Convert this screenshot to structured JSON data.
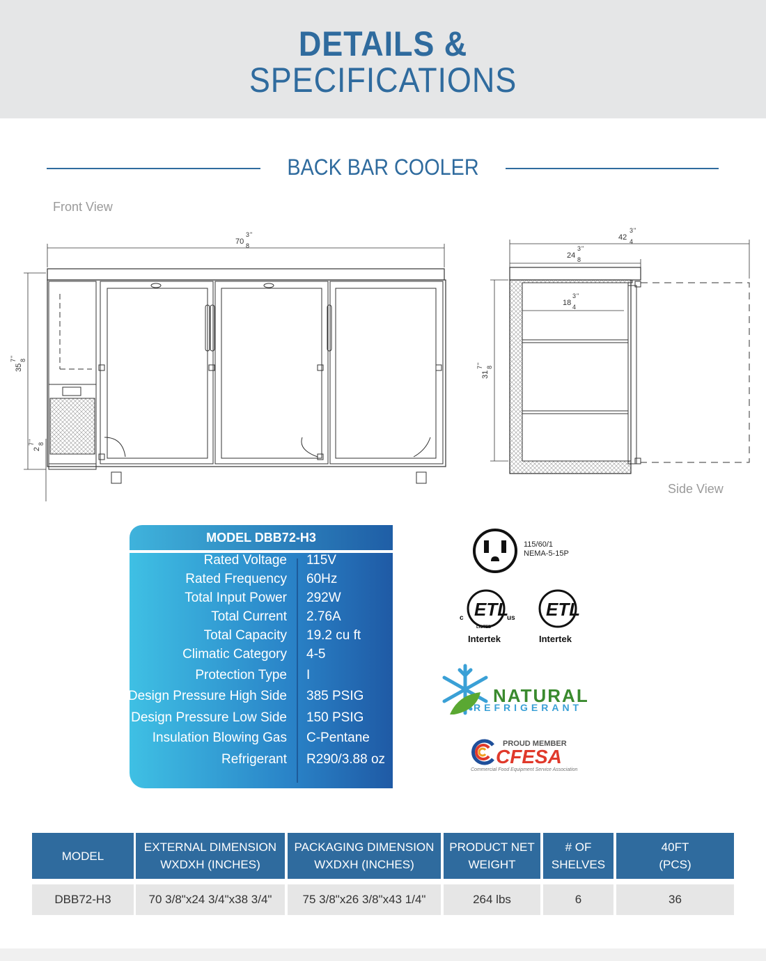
{
  "header": {
    "line1": "DETAILS &",
    "line2": "SPECIFICATIONS"
  },
  "section_title": "BACK BAR COOLER",
  "views": {
    "front": "Front View",
    "side": "Side View"
  },
  "dimensions": {
    "front_width_whole": "70",
    "front_width_num": "3",
    "front_width_den": "8",
    "front_width_mark": "\"",
    "front_height_whole": "35",
    "front_height_num": "7",
    "front_height_den": "8",
    "front_height_mark": "\"",
    "front_base_whole": "2",
    "front_base_num": "7",
    "front_base_den": "8",
    "front_base_mark": "\"",
    "side_depth_whole": "42",
    "side_depth_num": "3",
    "side_depth_den": "4",
    "side_depth_mark": "\"",
    "side_body_whole": "24",
    "side_body_num": "3",
    "side_body_den": "8",
    "side_body_mark": "\"",
    "side_inner_whole": "18",
    "side_inner_num": "3",
    "side_inner_den": "4",
    "side_inner_mark": "\"",
    "side_height_whole": "31",
    "side_height_num": "7",
    "side_height_den": "8",
    "side_height_mark": "\""
  },
  "spec_card": {
    "title": "MODEL DBB72-H3",
    "rows": [
      {
        "label": "Rated  Voltage",
        "value": "115V"
      },
      {
        "label": "Rated  Frequency",
        "value": "60Hz"
      },
      {
        "label": "Total Input Power",
        "value": "292W"
      },
      {
        "label": "Total Current",
        "value": "2.76A"
      },
      {
        "label": "Total Capacity",
        "value": "19.2 cu ft"
      },
      {
        "label": "Climatic Category",
        "value": "4-5"
      },
      {
        "label": "Protection Type",
        "value": "I"
      },
      {
        "label": "Design Pressure High Side",
        "value": "385 PSIG"
      },
      {
        "label": "Design Pressure Low Side",
        "value": "150 PSIG"
      },
      {
        "label": "Insulation Blowing Gas",
        "value": "C-Pentane"
      },
      {
        "label": "Refrigerant",
        "value": "R290/3.88 oz"
      }
    ]
  },
  "certifications": {
    "plug_line1": "115/60/1",
    "plug_line2": "NEMA-5-15P",
    "etl_c": "c",
    "etl_us": "us",
    "etl_listed": "LISTED",
    "intertek_1": "Intertek",
    "intertek_2": "Intertek",
    "natural": "NATURAL",
    "refrigerant": "REFRIGERANT",
    "proud_member": "PROUD MEMBER",
    "cfesa": "CFESA",
    "cfesa_sub": "Commercial Food Equipment Service Association"
  },
  "table": {
    "headers": [
      {
        "l1": "MODEL",
        "l2": ""
      },
      {
        "l1": "EXTERNAL DIMENSION",
        "l2": "WXDXH (INCHES)"
      },
      {
        "l1": "PACKAGING DIMENSION",
        "l2": "WXDXH (INCHES)"
      },
      {
        "l1": "PRODUCT NET",
        "l2": "WEIGHT"
      },
      {
        "l1": "# OF",
        "l2": "SHELVES"
      },
      {
        "l1": "40FT",
        "l2": "(PCS)"
      }
    ],
    "row": [
      "DBB72-H3",
      "70 3/8\"x24 3/4\"x38 3/4\"",
      "75 3/8\"x26 3/8\"x43 1/4\"",
      "264 lbs",
      "6",
      "36"
    ]
  },
  "colors": {
    "brand_blue": "#2f6b9e",
    "card_light": "#3fc0e4",
    "card_dark": "#1f5aa5",
    "header_bg": "#e5e6e7",
    "natural_green": "#3a8a2e",
    "cfesa_red": "#e0392b"
  }
}
